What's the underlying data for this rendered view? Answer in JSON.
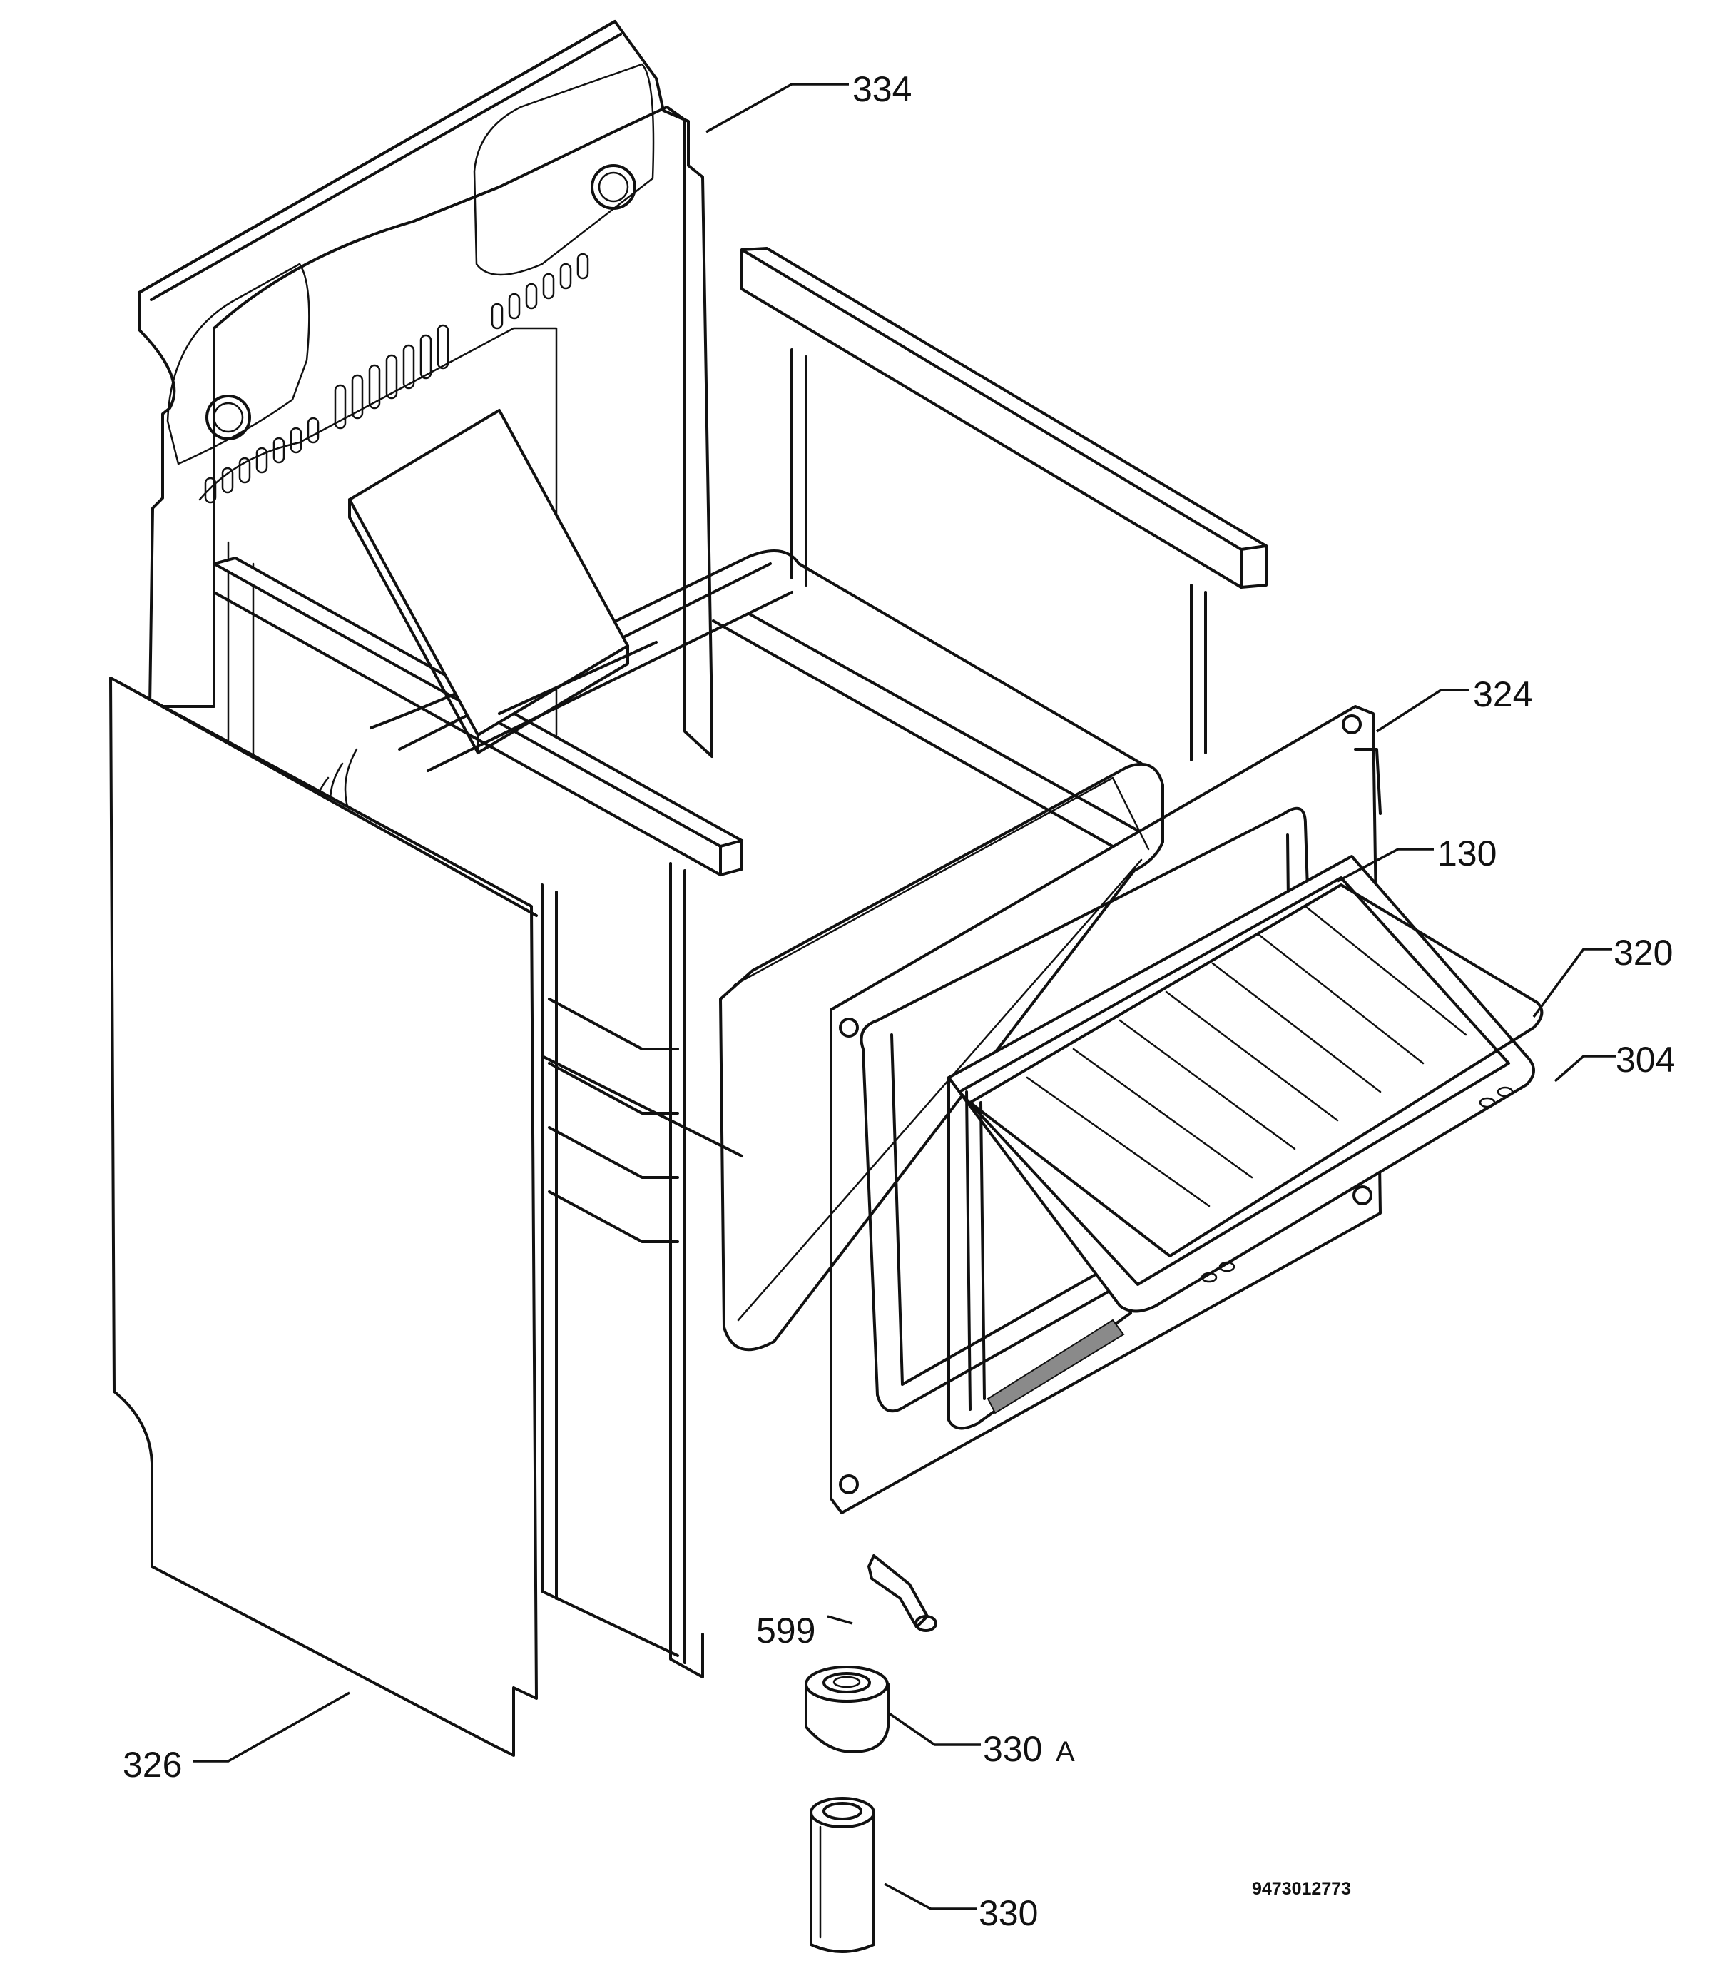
{
  "diagram": {
    "callouts": [
      {
        "id": "334",
        "label": "334"
      },
      {
        "id": "324",
        "label": "324"
      },
      {
        "id": "130",
        "label": "130"
      },
      {
        "id": "320",
        "label": "320"
      },
      {
        "id": "304",
        "label": "304"
      },
      {
        "id": "599",
        "label": "599"
      },
      {
        "id": "330a",
        "label": "330",
        "suffix": "A"
      },
      {
        "id": "326",
        "label": "326"
      },
      {
        "id": "330",
        "label": "330"
      }
    ],
    "document_number": "9473012773"
  }
}
